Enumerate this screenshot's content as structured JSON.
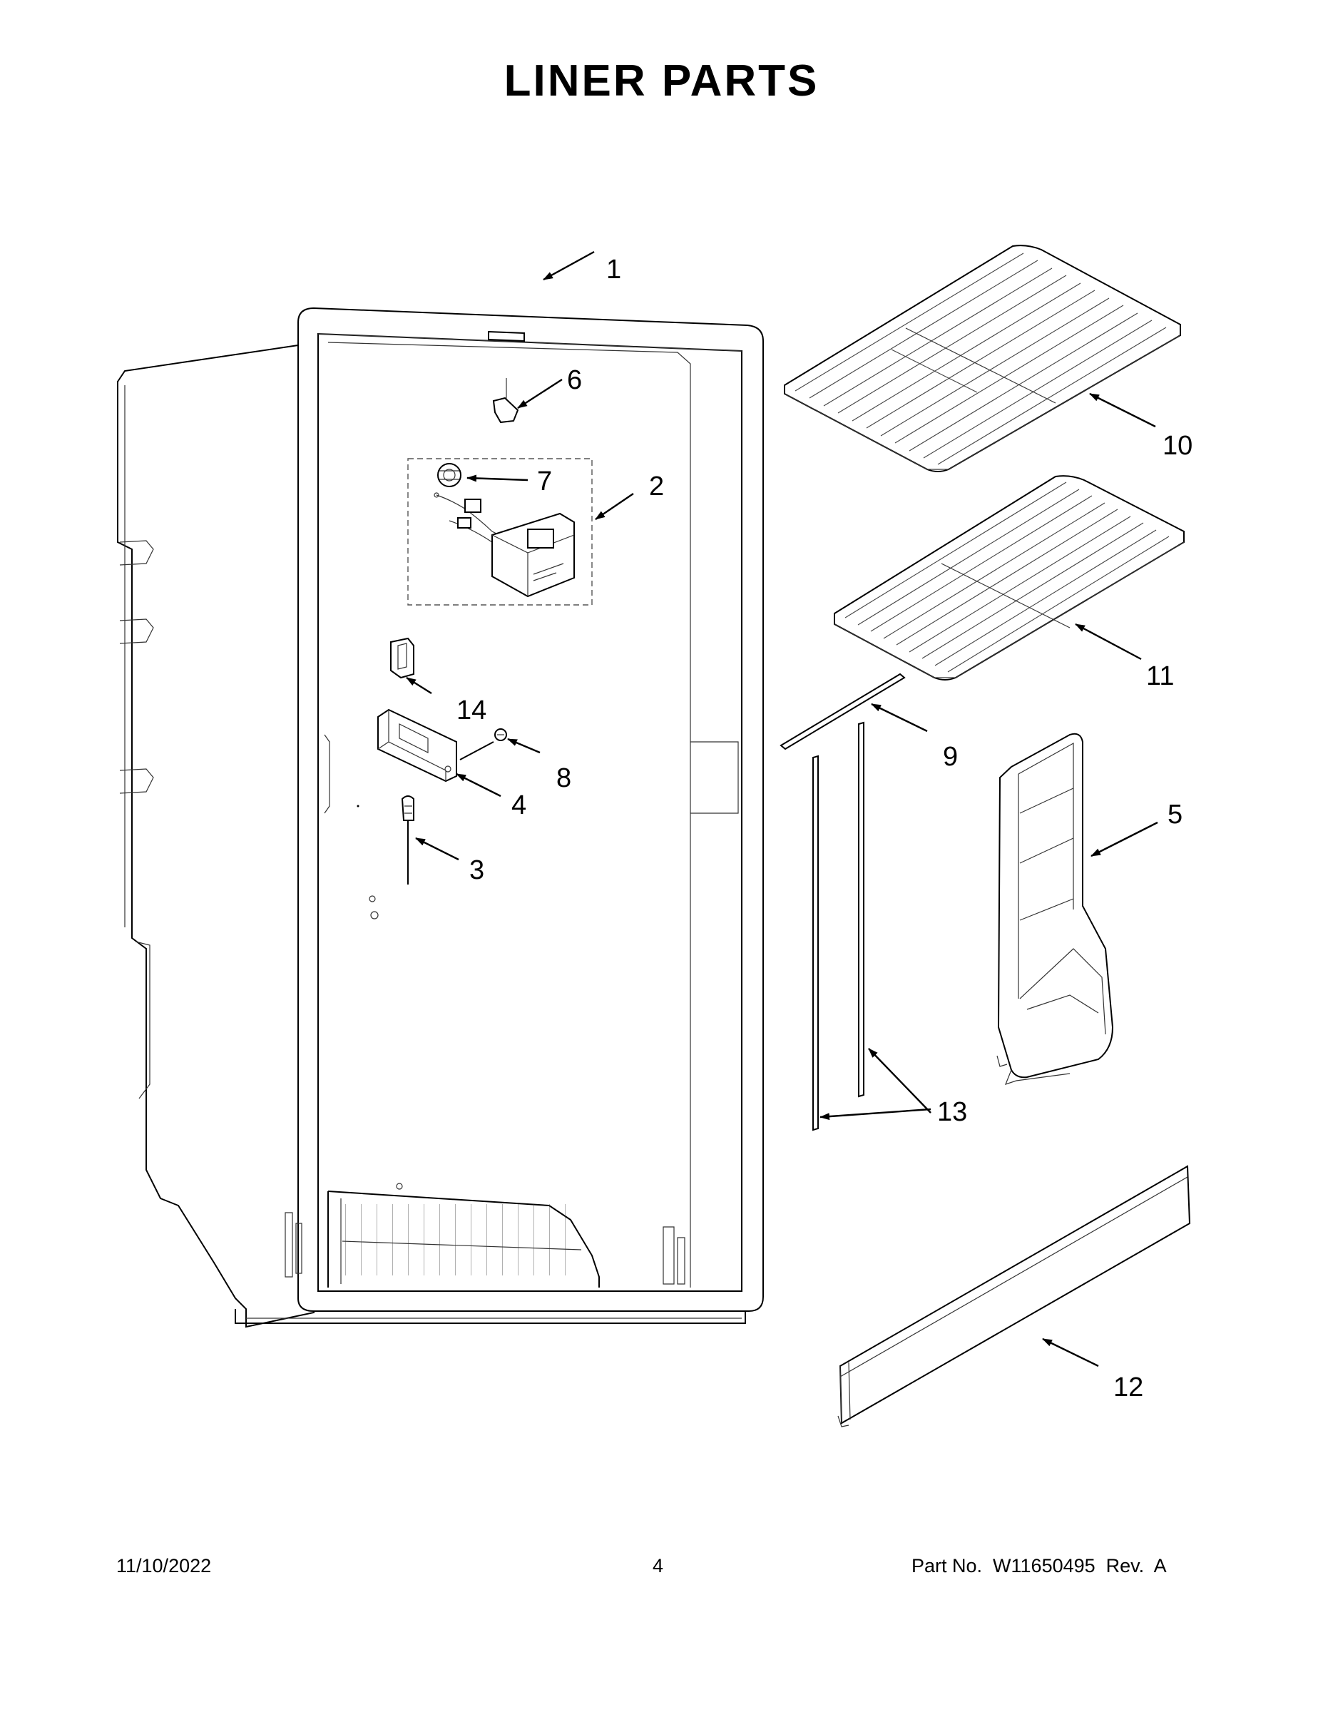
{
  "title": "LINER PARTS",
  "callouts": [
    {
      "id": "1",
      "text": "1"
    },
    {
      "id": "2",
      "text": "2"
    },
    {
      "id": "3",
      "text": "3"
    },
    {
      "id": "4",
      "text": "4"
    },
    {
      "id": "5",
      "text": "5"
    },
    {
      "id": "6",
      "text": "6"
    },
    {
      "id": "7",
      "text": "7"
    },
    {
      "id": "8",
      "text": "8"
    },
    {
      "id": "9",
      "text": "9"
    },
    {
      "id": "10",
      "text": "10"
    },
    {
      "id": "11",
      "text": "11"
    },
    {
      "id": "12",
      "text": "12"
    },
    {
      "id": "13",
      "text": "13"
    },
    {
      "id": "14",
      "text": "14"
    }
  ],
  "footer": {
    "date": "11/10/2022",
    "page": "4",
    "part_no": "Part No.  W11650495  Rev.  A"
  }
}
